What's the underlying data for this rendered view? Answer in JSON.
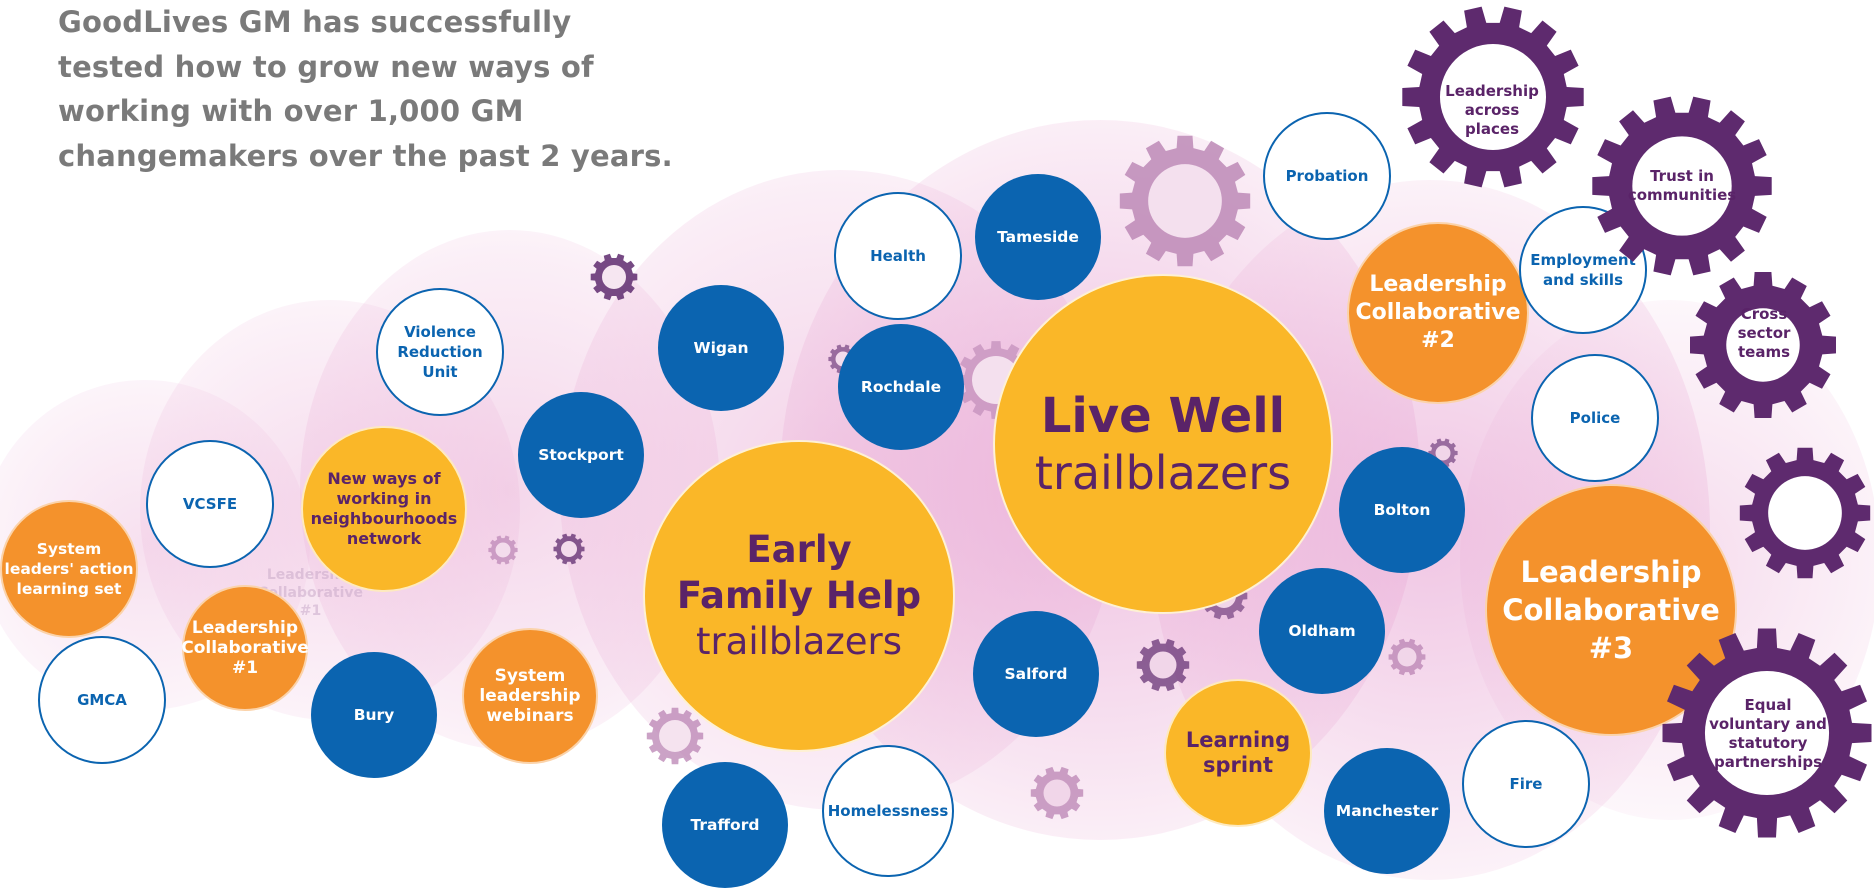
{
  "headline": {
    "line1": "GoodLives GM has successfully",
    "line2": "tested how to grow new ways of",
    "line3": "working with over 1,000 GM",
    "line4": "changemakers over the past 2 years."
  },
  "colors": {
    "town_blue": "#0b64b0",
    "partner_border": "#0b64b0",
    "orange": "#f4922c",
    "yellow": "#fab728",
    "purple": "#5a2368",
    "gear_purple": "#5e2a6e",
    "pink_cloud": "#e8a6d2"
  },
  "trailblazers": {
    "early_help": {
      "line1": "Early",
      "line2": "Family Help",
      "line3": "trailblazers"
    },
    "live_well": {
      "line1": "Live Well",
      "line2": "trailblazers"
    }
  },
  "towns": {
    "wigan": "Wigan",
    "tameside": "Tameside",
    "rochdale": "Rochdale",
    "stockport": "Stockport",
    "bury": "Bury",
    "trafford": "Trafford",
    "salford": "Salford",
    "bolton": "Bolton",
    "oldham": "Oldham",
    "manchester": "Manchester"
  },
  "partners": {
    "vcsfe": "VCSFE",
    "gmca": "GMCA",
    "violence_reduction": {
      "line1": "Violence",
      "line2": "Reduction",
      "line3": "Unit"
    },
    "health": "Health",
    "homelessness": "Homelessness",
    "probation": "Probation",
    "employment": {
      "line1": "Employment",
      "line2": "and skills"
    },
    "police": "Police",
    "fire": "Fire"
  },
  "programmes": {
    "action_learning": {
      "line1": "System",
      "line2": "leaders' action",
      "line3": "learning set"
    },
    "lc1": {
      "line1": "Leadership",
      "line2": "Collaborative",
      "line3": "#1"
    },
    "neighbourhoods": {
      "line1": "New ways of",
      "line2": "working in",
      "line3": "neighbourhoods",
      "line4": "network"
    },
    "webinars": {
      "line1": "System",
      "line2": "leadership",
      "line3": "webinars"
    },
    "lc2": {
      "line1": "Leadership",
      "line2": "Collaborative",
      "line3": "#2"
    },
    "lc3": {
      "line1": "Leadership",
      "line2": "Collaborative",
      "line3": "#3"
    },
    "learning_sprint": {
      "line1": "Learning",
      "line2": "sprint"
    }
  },
  "outcomes": {
    "across_places": {
      "line1": "Leadership",
      "line2": "across",
      "line3": "places"
    },
    "trust": {
      "line1": "Trust in",
      "line2": "communities"
    },
    "cross_sector": {
      "line1": "Cross",
      "line2": "sector",
      "line3": "teams"
    },
    "equal_partnerships": {
      "line1": "Equal",
      "line2": "voluntary and",
      "line3": "statutory",
      "line4": "partnerships"
    }
  },
  "ghost_label": {
    "line1": "Leadership",
    "line2": "Collaborative",
    "line3": "#1"
  }
}
